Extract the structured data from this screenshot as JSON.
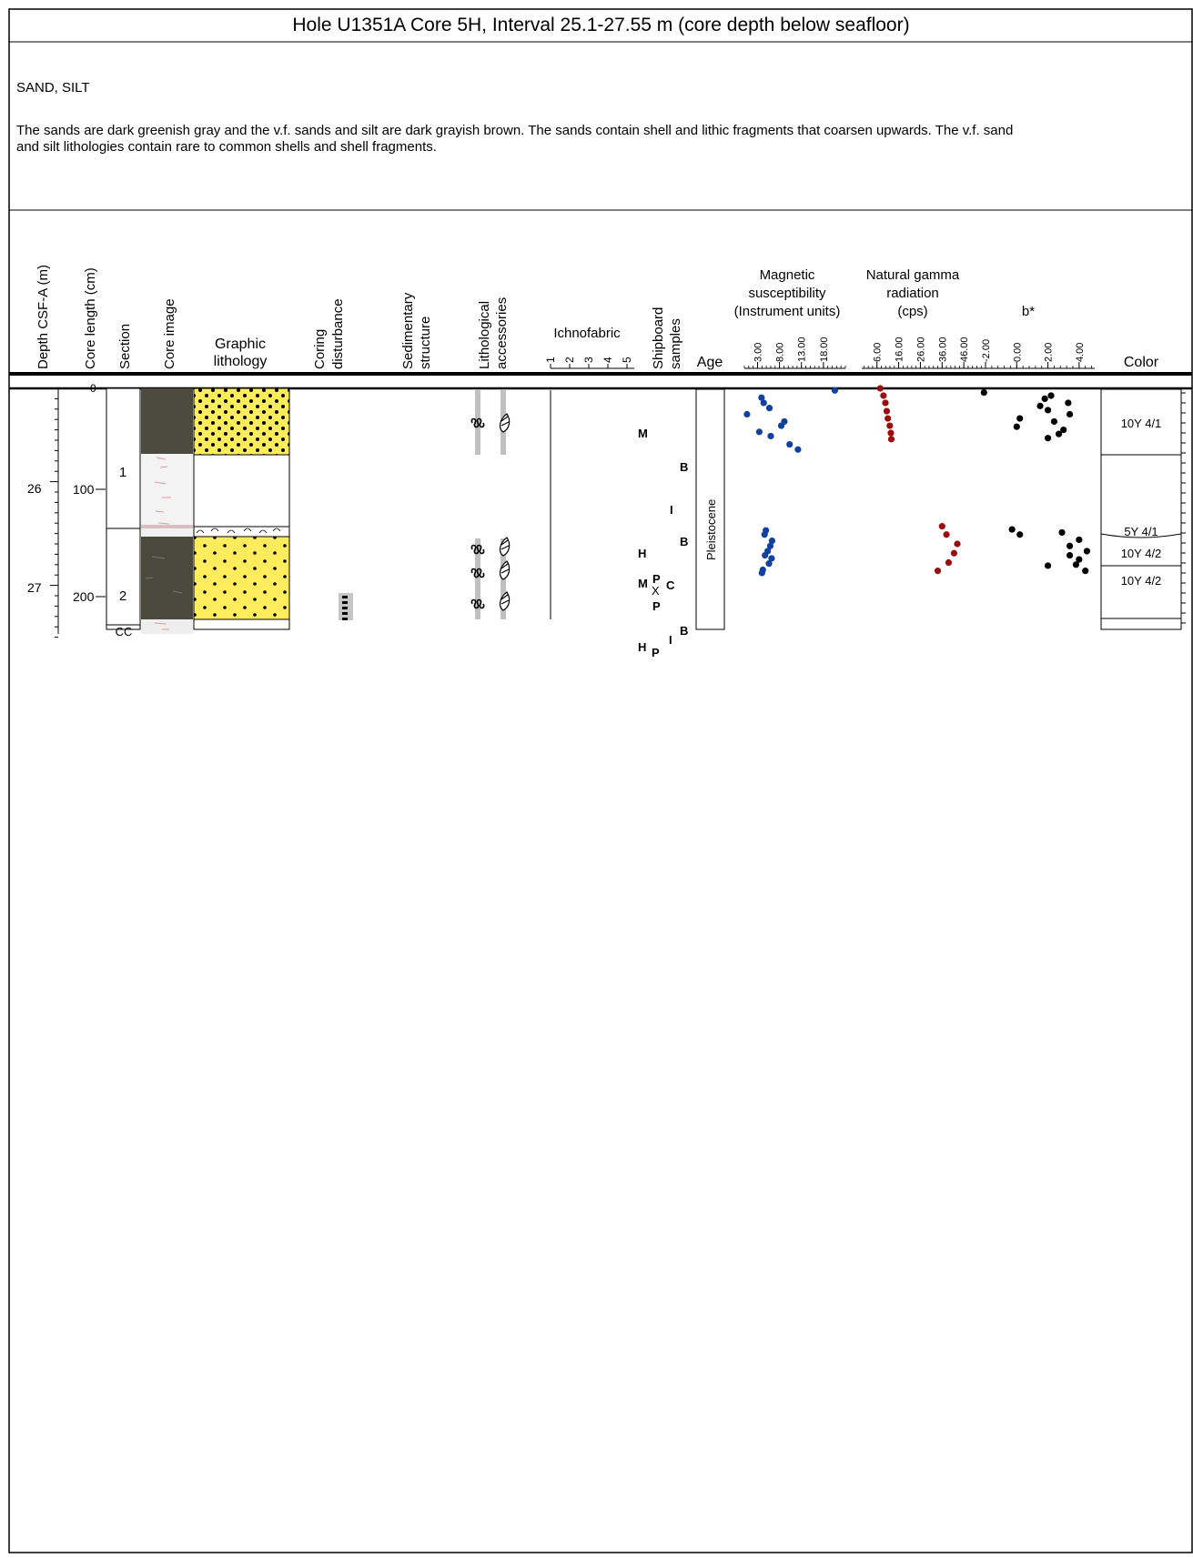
{
  "header": {
    "title": "Hole U1351A Core 5H, Interval 25.1-27.55 m (core depth below seafloor)",
    "lithology": "SAND, SILT",
    "description": "The sands are dark greenish gray and the v.f. sands and silt are dark grayish brown. The sands contain shell and lithic fragments that coarsen upwards. The v.f. sand and silt lithologies contain rare to common shells and shell fragments."
  },
  "columns": {
    "depth": "Depth CSF-A (m)",
    "core_length": "Core length (cm)",
    "section": "Section",
    "core_image": "Core image",
    "graphic_lithology_1": "Graphic",
    "graphic_lithology_2": "lithology",
    "coring_disturbance_1": "Coring",
    "coring_disturbance_2": "disturbance",
    "sedimentary_structure_1": "Sedimentary",
    "sedimentary_structure_2": "structure",
    "lithological_accessories_1": "Lithological",
    "lithological_accessories_2": "accessories",
    "ichnofabric": "Ichnofabric",
    "ichnofabric_ticks": [
      "1",
      "2",
      "3",
      "4",
      "5"
    ],
    "shipboard_samples_1": "Shipboard",
    "shipboard_samples_2": "samples",
    "age": "Age",
    "mag_sus_1": "Magnetic",
    "mag_sus_2": "susceptibility",
    "mag_sus_3": "(Instrument units)",
    "mag_ticks": [
      "3.00",
      "8.00",
      "13.00",
      "18.00"
    ],
    "gamma_1": "Natural gamma",
    "gamma_2": "radiation",
    "gamma_3": "(cps)",
    "gamma_ticks": [
      "6.00",
      "16.00",
      "26.00",
      "36.00",
      "46.00"
    ],
    "bstar": "b*",
    "bstar_ticks": [
      "-2.00",
      "0.00",
      "2.00",
      "4.00"
    ],
    "color": "Color"
  },
  "depth_axis": {
    "labels": [
      "26",
      "27"
    ],
    "length_labels": [
      "0",
      "100",
      "200"
    ]
  },
  "sections": [
    {
      "label": "1"
    },
    {
      "label": "2"
    },
    {
      "label": "CC"
    }
  ],
  "age": "Pleistocene",
  "colors": [
    {
      "label": "10Y 4/1"
    },
    {
      "label": "5Y 4/1"
    },
    {
      "label": "10Y 4/2"
    },
    {
      "label": "10Y 4/2"
    }
  ],
  "samples": [
    {
      "code": "M"
    },
    {
      "code": "B"
    },
    {
      "code": "I"
    },
    {
      "code": "H"
    },
    {
      "code": "B"
    },
    {
      "code": "M"
    },
    {
      "code": "P"
    },
    {
      "code": "X"
    },
    {
      "code": "C"
    },
    {
      "code": "P"
    },
    {
      "code": "B"
    },
    {
      "code": "H"
    },
    {
      "code": "I"
    },
    {
      "code": "P"
    }
  ],
  "palette": {
    "sand": "#ffec5c",
    "mag": "#1040a0",
    "gamma": "#9c0d0d",
    "bstar": "#000000",
    "core_dark": "#4d4b3e",
    "accessory_bar": "#c0c0c0"
  },
  "chart_data": [
    {
      "type": "scatter",
      "title": "Magnetic susceptibility (Instrument units)",
      "xlim": [
        0,
        23
      ],
      "x_ticks": [
        3,
        8,
        13,
        18
      ],
      "series": [
        {
          "name": "",
          "points": [
            [
              20.6,
              25.12
            ],
            [
              3.9,
              25.19
            ],
            [
              4.4,
              25.24
            ],
            [
              5.7,
              25.29
            ],
            [
              0.6,
              25.35
            ],
            [
              9.1,
              25.42
            ],
            [
              8.4,
              25.46
            ],
            [
              3.4,
              25.52
            ],
            [
              6.0,
              25.56
            ],
            [
              10.3,
              25.64
            ],
            [
              12.2,
              25.69
            ],
            [
              4.9,
              26.47
            ],
            [
              4.6,
              26.51
            ],
            [
              6.3,
              26.57
            ],
            [
              5.9,
              26.62
            ],
            [
              5.3,
              26.67
            ],
            [
              4.7,
              26.71
            ],
            [
              6.2,
              26.74
            ],
            [
              5.6,
              26.79
            ],
            [
              4.2,
              26.85
            ],
            [
              4.0,
              26.88
            ]
          ]
        }
      ]
    },
    {
      "type": "scatter",
      "title": "Natural gamma radiation (cps)",
      "xlim": [
        -1,
        56
      ],
      "x_ticks": [
        6,
        16,
        26,
        36,
        46
      ],
      "series": [
        {
          "name": "",
          "points": [
            [
              7.5,
              25.1
            ],
            [
              9.0,
              25.17
            ],
            [
              9.9,
              25.24
            ],
            [
              10.5,
              25.32
            ],
            [
              11.0,
              25.39
            ],
            [
              11.9,
              25.46
            ],
            [
              12.4,
              25.53
            ],
            [
              12.6,
              25.59
            ],
            [
              36.0,
              26.43
            ],
            [
              38.0,
              26.51
            ],
            [
              43.0,
              26.6
            ],
            [
              41.5,
              26.69
            ],
            [
              39.0,
              26.78
            ],
            [
              34.0,
              26.86
            ]
          ]
        }
      ]
    },
    {
      "type": "scatter",
      "title": "b*",
      "xlim": [
        -2,
        5
      ],
      "x_ticks": [
        -2,
        0,
        2,
        4
      ],
      "series": [
        {
          "name": "",
          "points": [
            [
              -2.1,
              25.14
            ],
            [
              2.2,
              25.17
            ],
            [
              1.8,
              25.2
            ],
            [
              3.3,
              25.24
            ],
            [
              1.5,
              25.27
            ],
            [
              2.0,
              25.31
            ],
            [
              3.4,
              25.35
            ],
            [
              0.2,
              25.39
            ],
            [
              2.4,
              25.42
            ],
            [
              0.0,
              25.47
            ],
            [
              3.0,
              25.5
            ],
            [
              2.7,
              25.54
            ],
            [
              2.0,
              25.58
            ],
            [
              -0.3,
              26.46
            ],
            [
              0.2,
              26.51
            ],
            [
              2.9,
              26.49
            ],
            [
              4.0,
              26.56
            ],
            [
              3.4,
              26.62
            ],
            [
              4.5,
              26.67
            ],
            [
              3.4,
              26.71
            ],
            [
              4.0,
              26.75
            ],
            [
              3.8,
              26.8
            ],
            [
              2.0,
              26.81
            ],
            [
              4.4,
              26.86
            ]
          ]
        }
      ]
    }
  ]
}
